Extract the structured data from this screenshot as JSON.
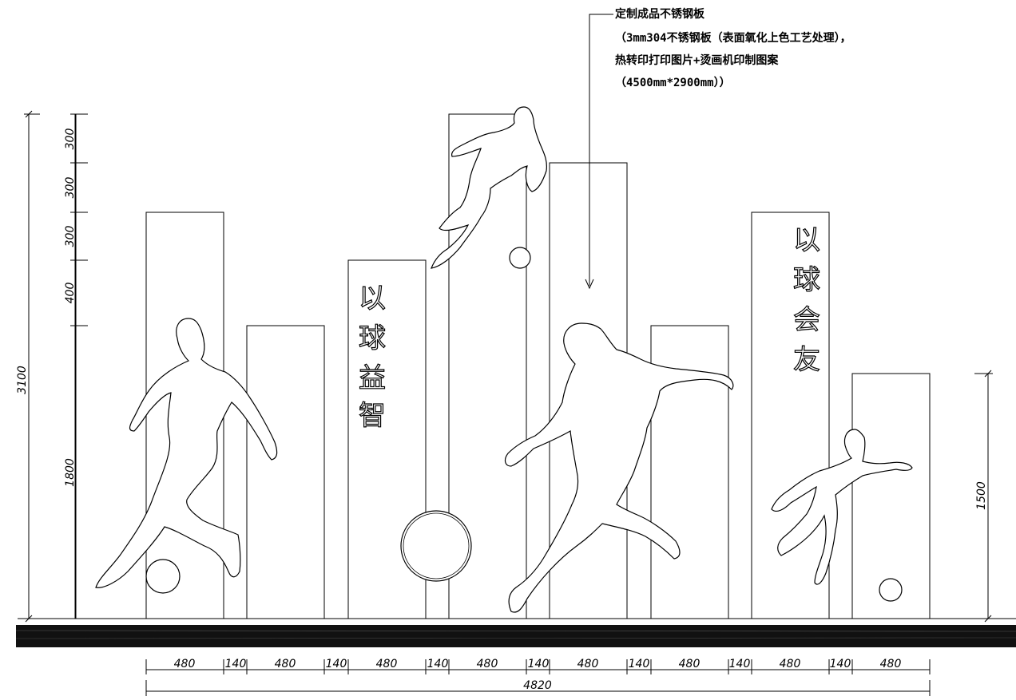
{
  "note": {
    "lines": [
      "定制成品不锈钢板",
      "（3mm304不锈钢板（表面氧化上色工艺处理），",
      "热转印打印图片+烫画机印制图案",
      "（4500mm*2900mm））"
    ]
  },
  "slogans": {
    "left": [
      "以",
      "球",
      "益",
      "智"
    ],
    "right": [
      "以",
      "球",
      "会",
      "友"
    ]
  },
  "dimensions": {
    "total_height": "3100",
    "left_height": "1800",
    "right_height": "1500",
    "steps": [
      "300",
      "300",
      "300",
      "400"
    ],
    "widths": [
      "480",
      "140",
      "480",
      "140",
      "480",
      "140",
      "480",
      "140",
      "480",
      "140",
      "480",
      "140",
      "480",
      "140",
      "480"
    ],
    "total_width": "4820"
  }
}
